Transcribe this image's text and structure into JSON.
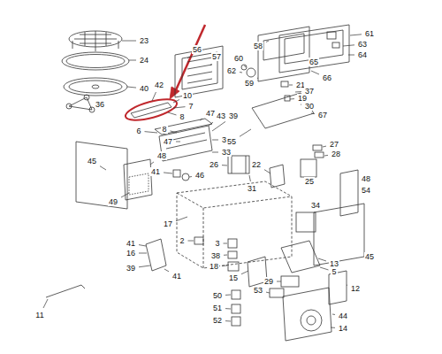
{
  "diagram": {
    "labels": [
      "23",
      "24",
      "40",
      "42",
      "36",
      "10",
      "7",
      "8",
      "47",
      "43",
      "39",
      "8",
      "47",
      "6",
      "32",
      "33",
      "56",
      "57",
      "58",
      "60",
      "62",
      "59",
      "61",
      "63",
      "64",
      "65",
      "66",
      "21",
      "37",
      "19",
      "30",
      "67",
      "55",
      "45",
      "48",
      "26",
      "22",
      "31",
      "41",
      "46",
      "49",
      "27",
      "28",
      "25",
      "48",
      "54",
      "34",
      "17",
      "2",
      "3",
      "38",
      "18",
      "41",
      "16",
      "39",
      "41",
      "11",
      "15",
      "29",
      "53",
      "50",
      "51",
      "52",
      "13",
      "5",
      "45",
      "12",
      "44",
      "14"
    ]
  }
}
